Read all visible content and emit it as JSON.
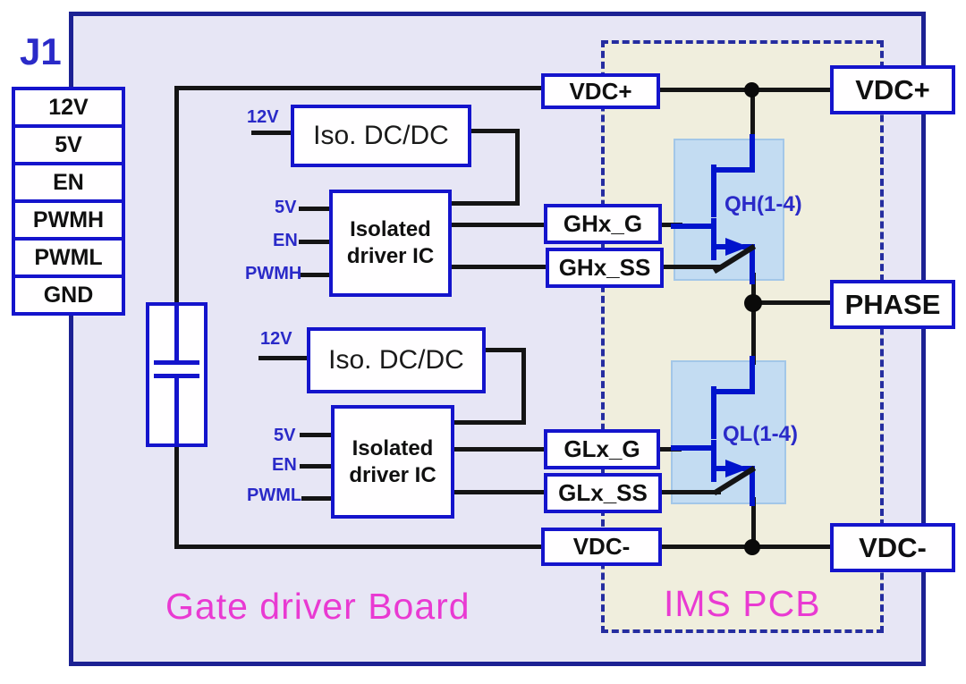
{
  "connector": {
    "label": "J1",
    "pins": [
      "12V",
      "5V",
      "EN",
      "PWMH",
      "PWML",
      "GND"
    ]
  },
  "high_side": {
    "dcdc_input": "12V",
    "dcdc": "Iso. DC/DC",
    "driver": "Isolated driver IC",
    "driver_inputs": [
      "5V",
      "EN",
      "PWMH"
    ],
    "gate_net": "GHx_G",
    "source_net": "GHx_SS",
    "transistor": "QH(1-4)"
  },
  "low_side": {
    "dcdc_input": "12V",
    "dcdc": "Iso. DC/DC",
    "driver": "Isolated driver IC",
    "driver_inputs": [
      "5V",
      "EN",
      "PWML"
    ],
    "gate_net": "GLx_G",
    "source_net": "GLx_SS",
    "transistor": "QL(1-4)"
  },
  "nets": {
    "vdc_plus": "VDC+",
    "phase": "PHASE",
    "vdc_minus": "VDC-"
  },
  "regions": {
    "gate_driver": "Gate driver Board",
    "ims": "IMS PCB"
  },
  "colors": {
    "board_bg": "#e7e6f5",
    "board_border": "#1c2193",
    "ims_bg": "#f0eedd",
    "ims_border": "#252da0",
    "box_border": "#1414cc",
    "wire": "#141414",
    "mosfet": "#0014cc",
    "mosfet_highlight": "#c3dcf2",
    "label_blue": "#2a2ac8",
    "region_magenta": "#e93ad2"
  }
}
